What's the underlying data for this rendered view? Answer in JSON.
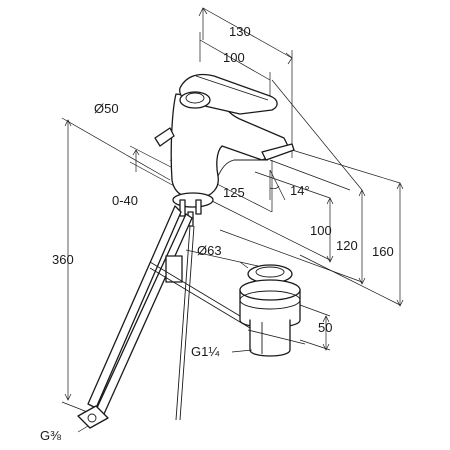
{
  "diagram": {
    "dimensions": {
      "width_overall": "130",
      "spout_reach": "100",
      "body_diameter": "Ø50",
      "pop_up_range": "0-40",
      "projection": "125",
      "angle": "14°",
      "spout_height": "100",
      "lever_height": "120",
      "total_height": "160",
      "hose_length": "360",
      "waste_diameter": "Ø63",
      "waste_depth": "50",
      "waste_thread": "G1¼",
      "hose_thread": "G⅜"
    },
    "line_color": "#1a1a1a",
    "background_color": "#ffffff"
  }
}
